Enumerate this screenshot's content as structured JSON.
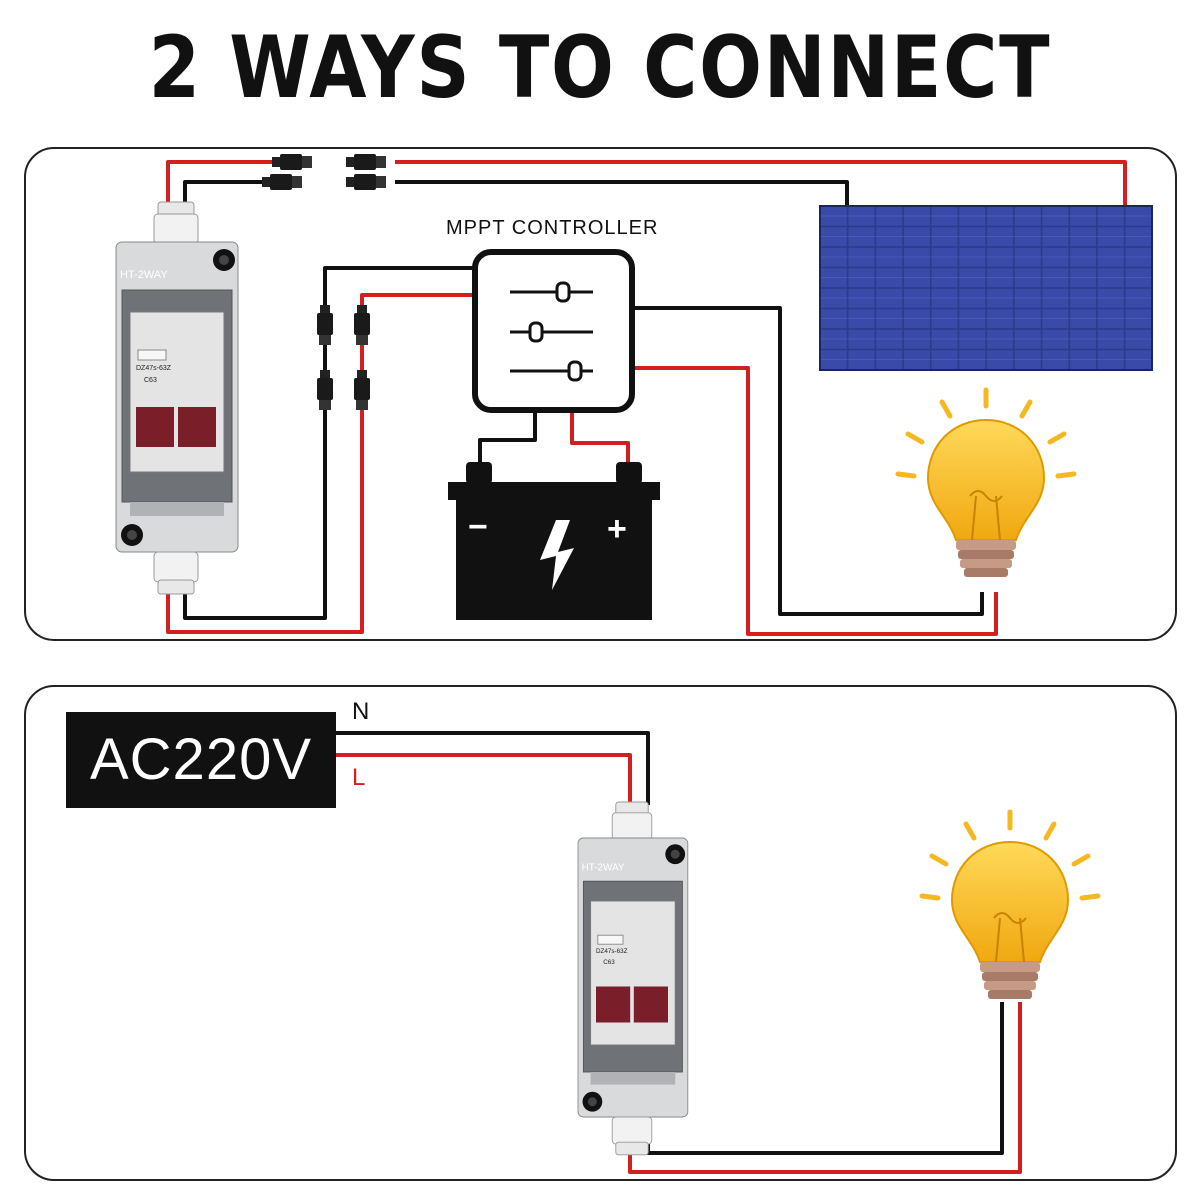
{
  "title": "2 WAYS TO CONNECT",
  "top_diagram": {
    "controller_label": "MPPT CONTROLLER",
    "box_brand": "HT-2WAY",
    "breaker_model": "DZ47s-63Z",
    "breaker_rating": "C63",
    "battery_minus": "−",
    "battery_plus": "+"
  },
  "bottom_diagram": {
    "source_label": "AC220V",
    "neutral_label": "N",
    "live_label": "L",
    "box_brand": "HT-2WAY",
    "breaker_model": "DZ47s-63Z",
    "breaker_rating": "C63"
  },
  "colors": {
    "red_wire": "#d21f1f",
    "black_wire": "#111111",
    "bulb": "#f5b820",
    "solar_panel": "#2c3a8c"
  }
}
